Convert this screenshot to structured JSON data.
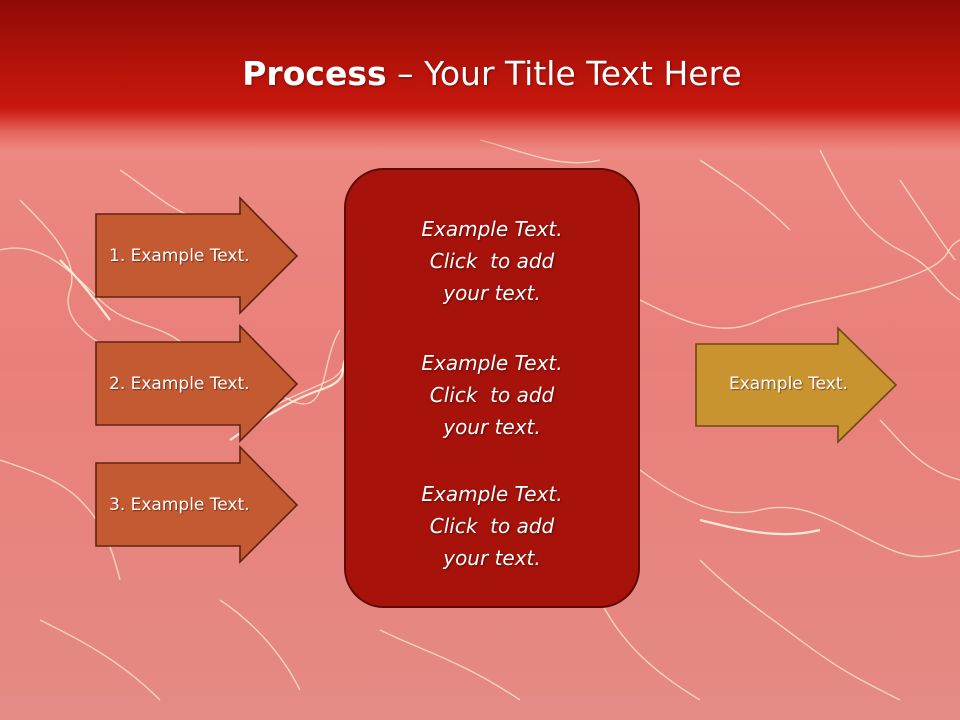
{
  "title": {
    "bold": "Process",
    "rest": " – Your Title Text Here"
  },
  "inputs": [
    {
      "label": "1. Example Text."
    },
    {
      "label": "2. Example Text."
    },
    {
      "label": "3. Example Text."
    }
  ],
  "center_blocks": [
    {
      "line1": "Example Text.",
      "line2": "Click  to add",
      "line3": "your text."
    },
    {
      "line1": "Example Text.",
      "line2": "Click  to add",
      "line3": "your text."
    },
    {
      "line1": "Example Text.",
      "line2": "Click  to add",
      "line3": "your text."
    }
  ],
  "output": {
    "label": "Example Text."
  },
  "colors": {
    "input_arrow_fill": "#c45a32",
    "input_arrow_stroke": "#5e2410",
    "center_fill": "#a7130b",
    "output_arrow_fill": "#c99430",
    "output_arrow_stroke": "#6a4a12",
    "title_bar": "#b5130a"
  }
}
